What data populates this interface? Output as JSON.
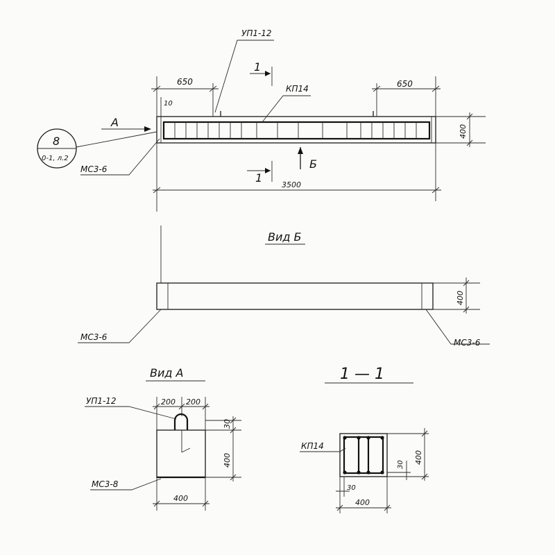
{
  "labels": {
    "up1_12": "УП1-12",
    "kp14": "КП14",
    "mc3_6": "МС3-6",
    "mc3_8": "МС3-8",
    "callout_number": "8",
    "callout_ref": "0-1, л.2",
    "view_a_marker": "А",
    "view_b_marker": "Б",
    "section_marker": "1",
    "view_b_title": "Вид Б",
    "view_a_title": "Вид А",
    "section_title": "1 — 1"
  },
  "dimensions": {
    "top_left": "650",
    "top_right": "650",
    "offset_10": "10",
    "height_400": "400",
    "length_3500": "3500",
    "viewa_200_left": "200",
    "viewa_200_right": "200",
    "viewa_30": "30",
    "viewa_width": "400",
    "section_30_a": "30",
    "section_30_b": "30",
    "section_width": "400"
  }
}
